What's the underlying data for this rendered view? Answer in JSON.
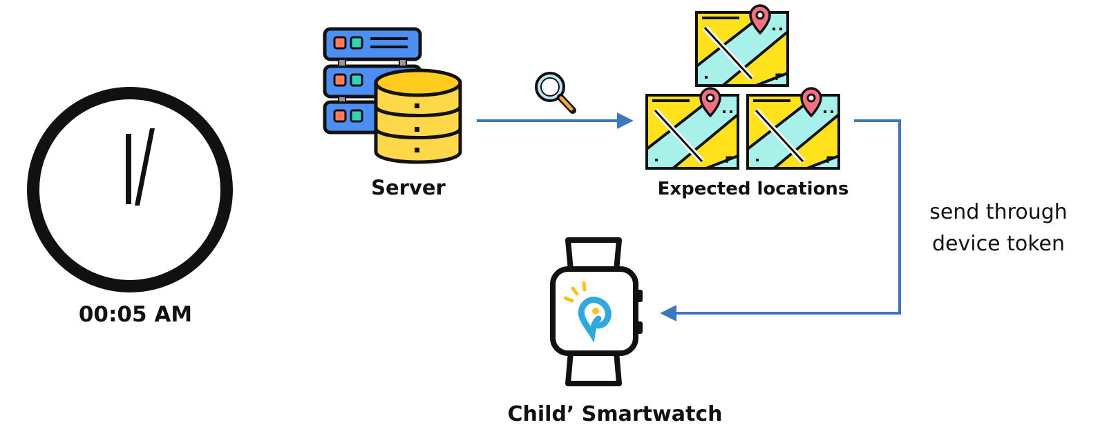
{
  "clock": {
    "time_label": "00:05 AM"
  },
  "server": {
    "label": "Server",
    "icons": [
      "server-rack-icon",
      "database-icon"
    ]
  },
  "search": {
    "icon": "magnifier-icon"
  },
  "locations": {
    "label": "Expected locations",
    "icon": "map-pin-icon"
  },
  "delivery": {
    "line1": "send through",
    "line2": "device token"
  },
  "smartwatch": {
    "label": "Child’ Smartwatch",
    "icon": "smartwatch-icon"
  },
  "colors": {
    "arrow": "#3a77bd",
    "ink": "#111111",
    "server_blue": "#4c8ef2",
    "db_yellow": "#ffd84a",
    "map_yellow": "#ffe11c",
    "map_teal": "#a7f1ea",
    "pin_pink": "#f2707f",
    "app_blue": "#2ea8df",
    "app_yellow": "#ffc21a"
  }
}
